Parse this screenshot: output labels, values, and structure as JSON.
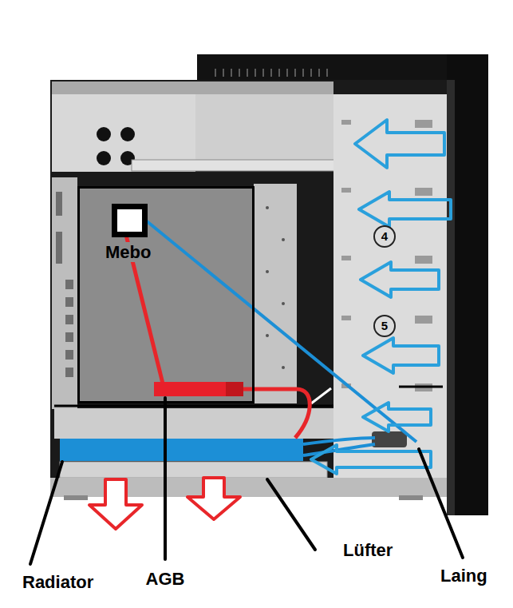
{
  "diagram": {
    "nodes": [
      {
        "text": [
          "Mebo"
        ]
      }
    ],
    "labels": [
      "4",
      "5",
      "Radiator",
      "AGB",
      "Lüfter",
      "Laing"
    ]
  }
}
